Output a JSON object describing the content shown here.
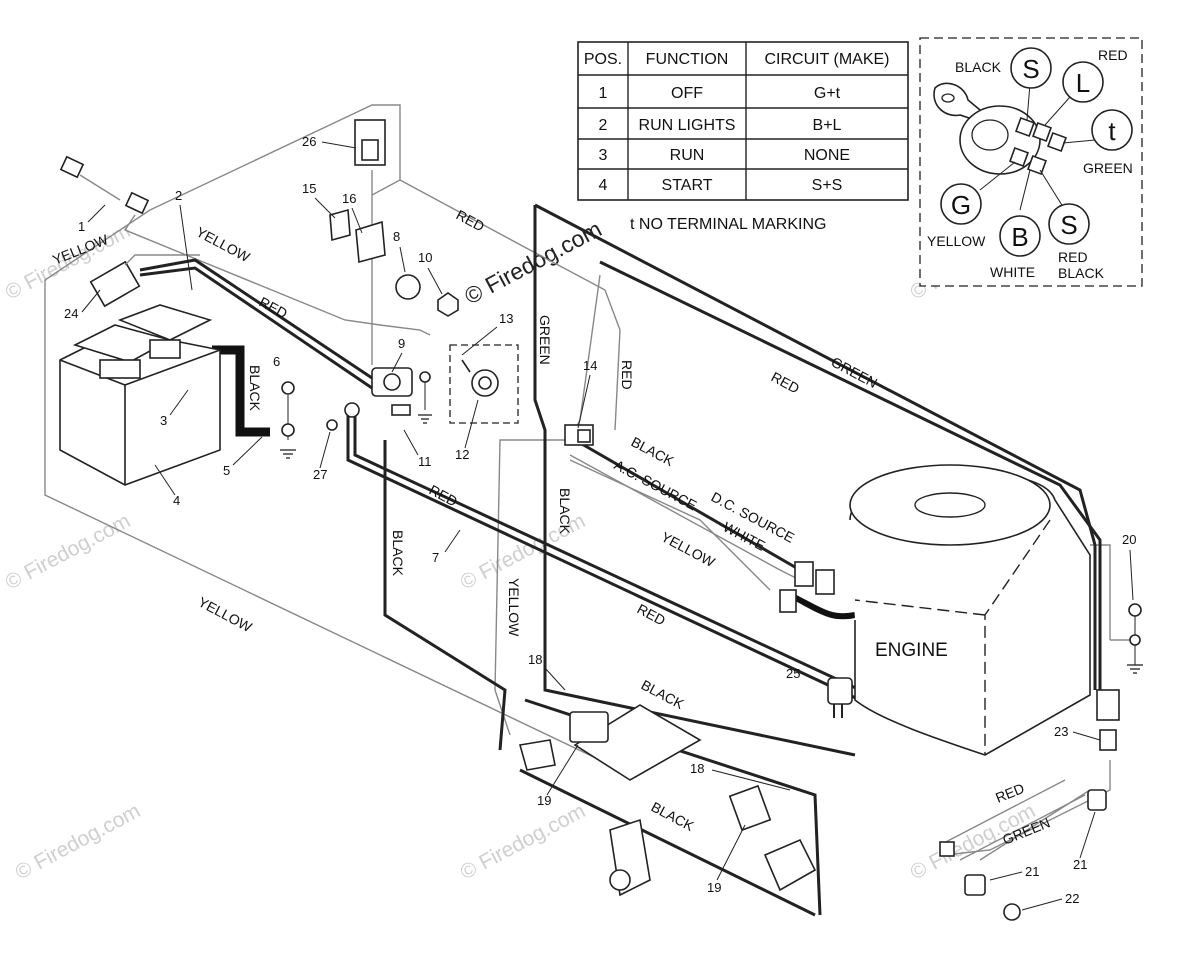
{
  "watermark": {
    "text": "© Firedog.com",
    "main_text": "© Firedog.com"
  },
  "table": {
    "headers": [
      "POS.",
      "FUNCTION",
      "CIRCUIT  (MAKE)"
    ],
    "rows": [
      [
        "1",
        "OFF",
        "G+t"
      ],
      [
        "2",
        "RUN LIGHTS",
        "B+L"
      ],
      [
        "3",
        "RUN",
        "NONE"
      ],
      [
        "4",
        "START",
        "S+S"
      ]
    ],
    "note": "t  NO TERMINAL MARKING"
  },
  "switch_detail": {
    "terminals": [
      "S",
      "L",
      "t",
      "G",
      "B",
      "S"
    ],
    "wire_labels": {
      "black": "BLACK",
      "red": "RED",
      "green": "GREEN",
      "yellow": "YELLOW",
      "white": "WHITE",
      "red_black_1": "RED",
      "red_black_2": "BLACK"
    }
  },
  "wire_labels": [
    {
      "id": "yellow-1",
      "text": "YELLOW"
    },
    {
      "id": "yellow-2",
      "text": "YELLOW"
    },
    {
      "id": "red-1",
      "text": "RED"
    },
    {
      "id": "black-battery",
      "text": "BLACK"
    },
    {
      "id": "red-top",
      "text": "RED"
    },
    {
      "id": "green-vert",
      "text": "GREEN"
    },
    {
      "id": "red-vert",
      "text": "RED"
    },
    {
      "id": "green-right",
      "text": "GREEN"
    },
    {
      "id": "red-right",
      "text": "RED"
    },
    {
      "id": "black-engine",
      "text": "BLACK"
    },
    {
      "id": "ac-source",
      "text": "A.C. SOURCE"
    },
    {
      "id": "dc-source",
      "text": "D.C. SOURCE"
    },
    {
      "id": "white",
      "text": "WHITE"
    },
    {
      "id": "yellow-3",
      "text": "YELLOW"
    },
    {
      "id": "black-vert-center",
      "text": "BLACK"
    },
    {
      "id": "red-7",
      "text": "RED"
    },
    {
      "id": "black-left-vert",
      "text": "BLACK"
    },
    {
      "id": "yellow-vert",
      "text": "YELLOW"
    },
    {
      "id": "red-lower",
      "text": "RED"
    },
    {
      "id": "yellow-lower",
      "text": "YELLOW"
    },
    {
      "id": "black-lower-1",
      "text": "BLACK"
    },
    {
      "id": "black-lower-2",
      "text": "BLACK"
    },
    {
      "id": "red-lights",
      "text": "RED"
    },
    {
      "id": "green-lights",
      "text": "GREEN"
    }
  ],
  "engine_label": "ENGINE",
  "part_numbers": [
    "1",
    "2",
    "3",
    "4",
    "5",
    "6",
    "7",
    "8",
    "9",
    "10",
    "11",
    "12",
    "13",
    "14",
    "15",
    "16",
    "18",
    "18",
    "19",
    "19",
    "20",
    "21",
    "21",
    "22",
    "23",
    "24",
    "25",
    "26",
    "27"
  ]
}
